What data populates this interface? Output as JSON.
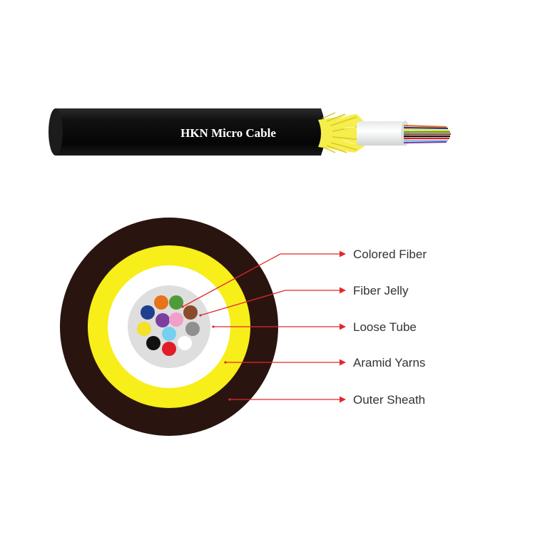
{
  "cable": {
    "label": "HKN Micro Cable",
    "sheath_color": "#0a0a0a",
    "yarn_color": "#f6ee4a",
    "tube_color": "#f2f4f4",
    "label_color": "#ffffff"
  },
  "cross_section": {
    "outer_sheath_color": "#2a1410",
    "aramid_yarn_color": "#f7ee1a",
    "loose_tube_color": "#ffffff",
    "fiber_jelly_color": "#dedede",
    "fiber_colors": [
      "#e8731a",
      "#4f9a3a",
      "#1f3f8f",
      "#7b3fa0",
      "#f0a0c8",
      "#8b4a2b",
      "#f5e02a",
      "#76cff0",
      "#8f8f8f",
      "#111111",
      "#e11d2a",
      "#ffffff"
    ]
  },
  "callouts": [
    {
      "id": "colored-fiber",
      "label": "Colored Fiber"
    },
    {
      "id": "fiber-jelly",
      "label": "Fiber Jelly"
    },
    {
      "id": "loose-tube",
      "label": "Loose Tube"
    },
    {
      "id": "aramid-yarns",
      "label": "Aramid Yarns"
    },
    {
      "id": "outer-sheath",
      "label": "Outer Sheath"
    }
  ],
  "callout_color": "#e3272c",
  "text_color": "#333333"
}
